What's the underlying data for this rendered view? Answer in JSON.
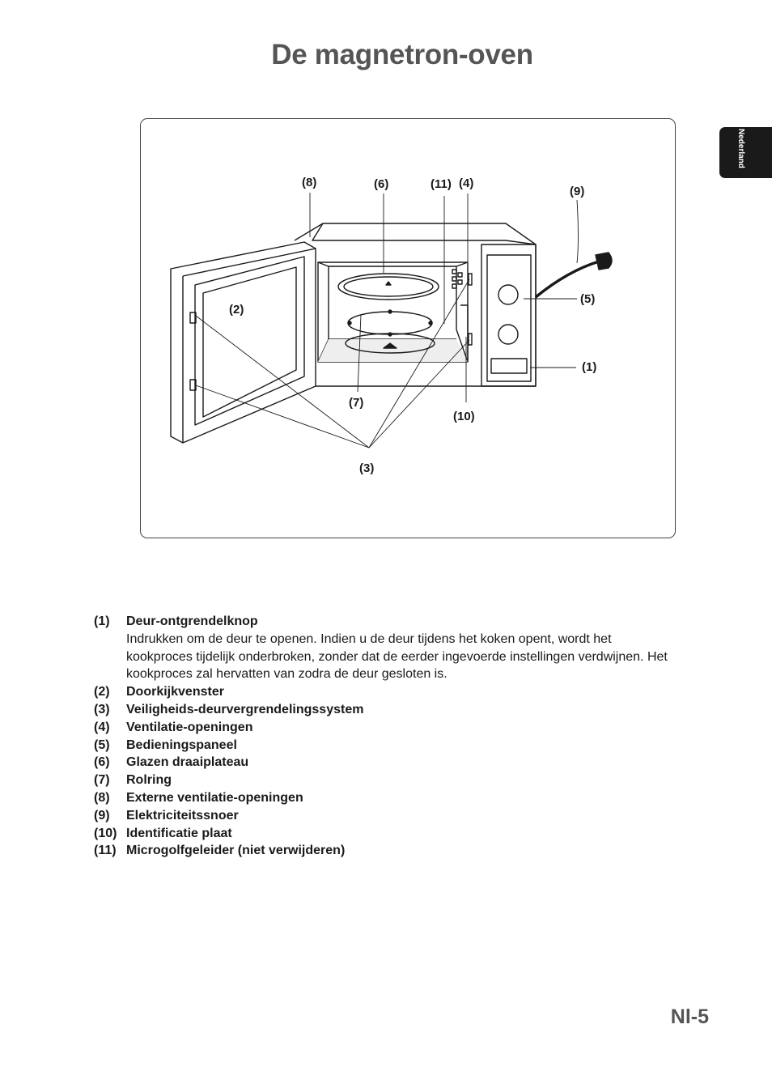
{
  "page": {
    "title": "De magnetron-oven",
    "language_tab": "Nederland",
    "page_number": "Nl-5"
  },
  "figure": {
    "labels": {
      "c1": "(1)",
      "c2": "(2)",
      "c3": "(3)",
      "c4": "(4)",
      "c5": "(5)",
      "c6": "(6)",
      "c7": "(7)",
      "c8": "(8)",
      "c9": "(9)",
      "c10": "(10)",
      "c11": "(11)"
    }
  },
  "legend": [
    {
      "num": "(1)",
      "term": "Deur-ontgrendelknop",
      "desc": "Indrukken om de deur te openen. Indien u de deur tijdens het koken opent, wordt het kookproces tijdelijk onderbroken, zonder dat de eerder ingevoerde instellingen verdwijnen. Het kookproces zal hervatten van zodra de deur gesloten is."
    },
    {
      "num": "(2)",
      "term": "Doorkijkvenster"
    },
    {
      "num": "(3)",
      "term": "Veiligheids-deurvergrendelingssystem"
    },
    {
      "num": "(4)",
      "term": "Ventilatie-openingen"
    },
    {
      "num": "(5)",
      "term": "Bedieningspaneel"
    },
    {
      "num": "(6)",
      "term": "Glazen draaiplateau"
    },
    {
      "num": "(7)",
      "term": "Rolring"
    },
    {
      "num": "(8)",
      "term": "Externe ventilatie-openingen"
    },
    {
      "num": "(9)",
      "term": "Elektriciteitssnoer"
    },
    {
      "num": "(10)",
      "term": "Identificatie plaat"
    },
    {
      "num": "(11)",
      "term": "Microgolfgeleider (niet verwijderen)"
    }
  ]
}
